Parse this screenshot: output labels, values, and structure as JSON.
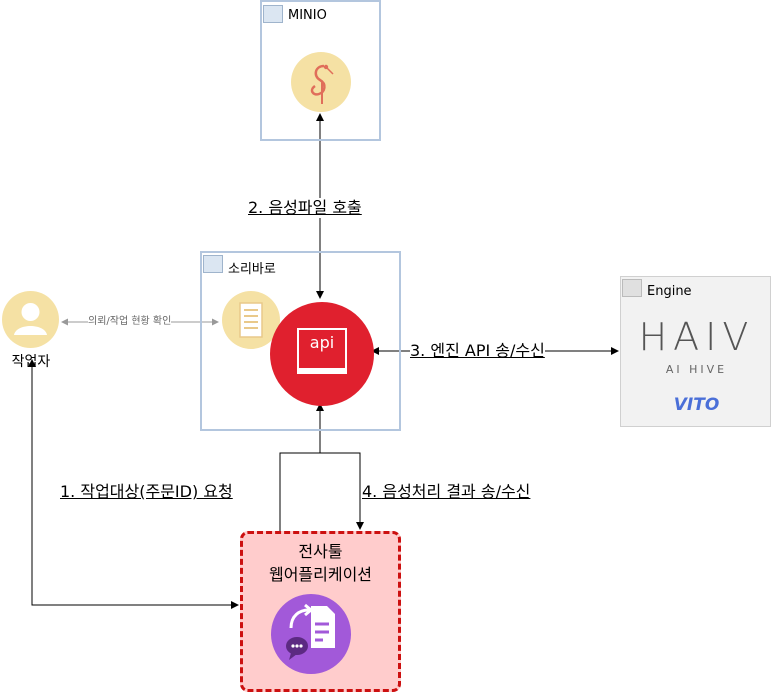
{
  "nodes": {
    "minio": {
      "label": "MINIO"
    },
    "soribaro": {
      "label": "소리바로",
      "api_label": "api"
    },
    "engine": {
      "label": "Engine",
      "brand": "HAIV",
      "brand_sub": "AI HIVE",
      "product": "VITO"
    },
    "worker": {
      "label": "작업자"
    },
    "tool": {
      "title_line1": "전사툴",
      "title_line2": "웹어플리케이션"
    }
  },
  "edges": {
    "e1": "1. 작업대상(주문ID) 요청",
    "e2": "2. 음성파일 호출",
    "e3": "3. 엔진 API 송/수신",
    "e4": "4. 음성처리 결과 송/수신",
    "worker_sori": "의뢰/작업 현황 확인"
  },
  "colors": {
    "api_red": "#e0202e",
    "tool_purple": "#a259d9",
    "minio_bg": "#f5e1a4",
    "box_border": "#b3c6de",
    "tool_border": "#cc1010",
    "tool_bg": "#ffcccc"
  }
}
